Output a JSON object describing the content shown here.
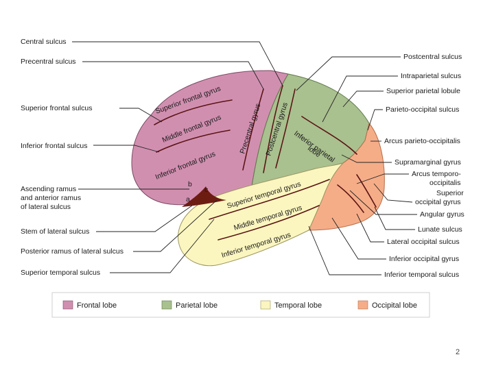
{
  "left_labels": {
    "central_sulcus": "Central sulcus",
    "precentral_sulcus": "Precentral sulcus",
    "superior_frontal_sulcus": "Superior frontal sulcus",
    "inferior_frontal_sulcus": "Inferior frontal sulcus",
    "ascending_ramus_1": "Ascending ramus",
    "ascending_ramus_2": "and anterior ramus",
    "ascending_ramus_3": "of lateral sulcus",
    "stem_lateral_sulcus": "Stem of lateral sulcus",
    "posterior_ramus": "Posterior ramus of lateral sulcus",
    "superior_temporal_sulcus": "Superior temporal sulcus"
  },
  "right_labels": {
    "postcentral_sulcus": "Postcentral sulcus",
    "intraparietal_sulcus": "Intraparietal sulcus",
    "superior_parietal_lobule": "Superior parietal lobule",
    "parieto_occipital_sulcus": "Parieto-occipital sulcus",
    "arcus_parieto_occipitalis": "Arcus parieto-occipitalis",
    "supramarginal_gyrus": "Supramarginal gyrus",
    "arcus_temporo_1": "Arcus temporo-",
    "arcus_temporo_2": "occipitalis",
    "superior_occipital_1": "Superior",
    "superior_occipital_2": "occipital gyrus",
    "angular_gyrus": "Angular gyrus",
    "lunate_sulcus": "Lunate sulcus",
    "lateral_occipital_sulcus": "Lateral occipital sulcus",
    "inferior_occipital_gyrus": "Inferior occipital gyrus",
    "inferior_temporal_sulcus": "Inferior temporal sulcus"
  },
  "gyri": {
    "superior_frontal": "Superior frontal gyrus",
    "middle_frontal": "Middle frontal gyrus",
    "inferior_frontal": "Inferior frontal gyrus",
    "precentral": "Precentral gyrus",
    "postcentral": "Postcentral gyrus",
    "inferior_parietal_1": "Inferior parietal",
    "inferior_parietal_2": "lobe",
    "superior_temporal": "Superior temporal gyrus",
    "middle_temporal": "Middle temporal gyrus",
    "inferior_temporal": "Inferior temporal gyrus"
  },
  "rami_letters": {
    "a": "a",
    "b": "b",
    "c": "c"
  },
  "legend": [
    {
      "label": "Frontal lobe",
      "color": "#d18fb0"
    },
    {
      "label": "Parietal lobe",
      "color": "#a9c08f"
    },
    {
      "label": "Temporal lobe",
      "color": "#fbf6bf"
    },
    {
      "label": "Occipital lobe",
      "color": "#f5ad88"
    }
  ],
  "colors": {
    "frontal": "#d18fb0",
    "parietal": "#a9c08f",
    "temporal": "#fbf6bf",
    "occipital": "#f5ad88",
    "sulcus": "#5a1414"
  },
  "page_number": "2"
}
